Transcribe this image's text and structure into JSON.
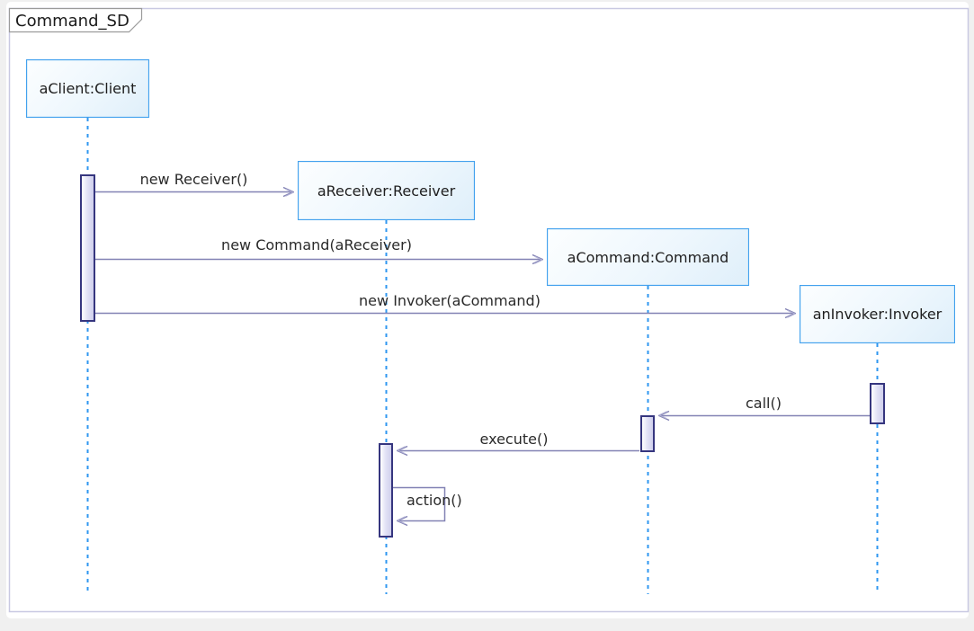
{
  "frame": {
    "title": "Command_SD"
  },
  "diagram_type": "uml-sequence-diagram",
  "lifelines": [
    {
      "name": "aClient:Client"
    },
    {
      "name": "aReceiver:Receiver"
    },
    {
      "name": "aCommand:Command"
    },
    {
      "name": "anInvoker:Invoker"
    }
  ],
  "messages": [
    {
      "label": "new Receiver()",
      "from": "aClient:Client",
      "to": "aReceiver:Receiver",
      "kind": "create"
    },
    {
      "label": "new Command(aReceiver)",
      "from": "aClient:Client",
      "to": "aCommand:Command",
      "kind": "create"
    },
    {
      "label": "new Invoker(aCommand)",
      "from": "aClient:Client",
      "to": "anInvoker:Invoker",
      "kind": "create"
    },
    {
      "label": "call()",
      "from": "anInvoker:Invoker",
      "to": "aCommand:Command",
      "kind": "call"
    },
    {
      "label": "execute()",
      "from": "aCommand:Command",
      "to": "aReceiver:Receiver",
      "kind": "call"
    },
    {
      "label": "action()",
      "from": "aReceiver:Receiver",
      "to": "aReceiver:Receiver",
      "kind": "self-call"
    }
  ],
  "colors": {
    "page_background": "#f0f0f0",
    "canvas_background": "#ffffff",
    "frame_border": "#c9c9e2",
    "tab_border": "#9b9b9b",
    "lifeline_dash": "#2f97f0",
    "head_border": "#42a1ee",
    "head_fill": "#e6f3fc",
    "activation_border": "#36367f",
    "activation_fill": "#cfcfec",
    "message_line": "#8282b4",
    "text": "#1e1e1e"
  }
}
